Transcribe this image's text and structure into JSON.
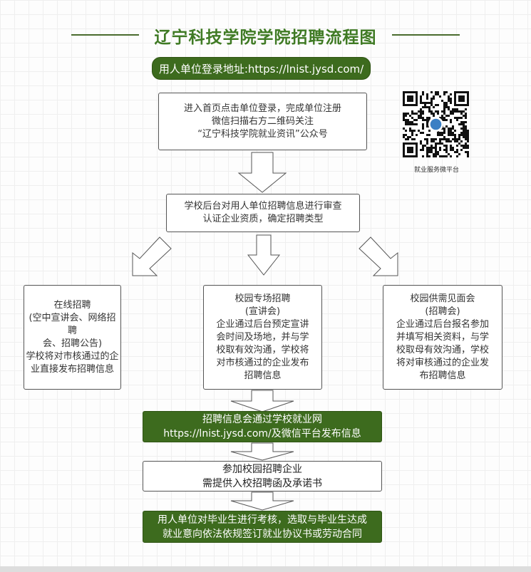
{
  "title": "辽宁科技学院学院招聘流程图",
  "login_address": "用人单位登录地址:https://lnist.jysd.com/",
  "step1": [
    "进入首页点击单位登录，完成单位注册",
    "微信扫描右方二维码关注",
    "“辽宁科技学院就业资讯”公众号"
  ],
  "qr_label": "就业服务微平台",
  "step2": [
    "学校后台对用人单位招聘信息进行审查",
    "认证企业资质，确定招聘类型"
  ],
  "options": [
    {
      "lines": [
        "在线招聘",
        "(空中宣讲会、网络招聘",
        "会、招聘公告)",
        "学校将对市核通过的企",
        "业直接发布招聘信息"
      ]
    },
    {
      "lines": [
        "校园专场招聘",
        "(宣讲会)",
        "企业通过后台预定宣讲",
        "会时间及场地，并与学",
        "校取有效沟通，学校将",
        "对市核通过的企业发布",
        "招聘信息"
      ]
    },
    {
      "lines": [
        "校园供需见面会",
        "(招聘会)",
        "企业通过后台报名参加",
        "并填写相关资料，与学",
        "校取母有效沟通，学校",
        "将对审核通过的企业发",
        "布招聘信息"
      ]
    }
  ],
  "step3": [
    "招聘信息会通过学校就业网",
    "https://lnist.jysd.com/及微信平台发布信息"
  ],
  "step4": [
    "参加校园招聘企业",
    "需提供入校招聘函及承诺书"
  ],
  "step5": [
    "用人单位对毕业生进行考核，选取与毕业生达成",
    "就业意向依法依规签订就业协议书或劳动合同"
  ],
  "colors": {
    "green": "#3d6b1e",
    "title": "#3f7a24"
  }
}
